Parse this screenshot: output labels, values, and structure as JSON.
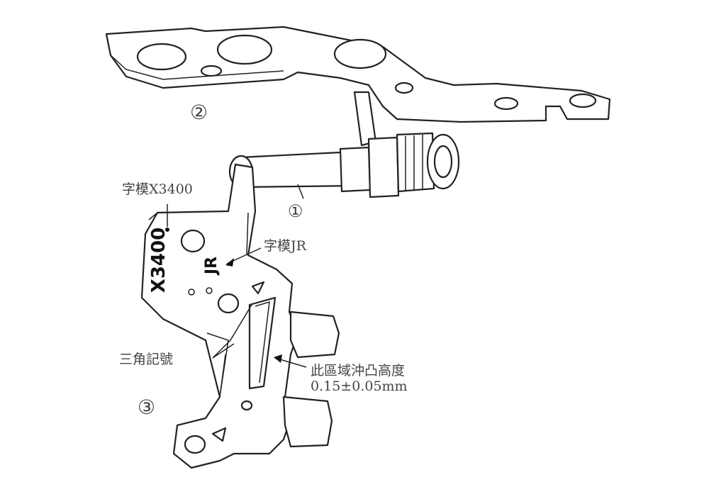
{
  "callouts": {
    "part1": "①",
    "part2": "②",
    "part3": "③",
    "mold_x3400": "字模X3400",
    "mold_jr": "字模JR",
    "triangle_mark": "三角記號",
    "emboss_area": "此區域沖凸高度",
    "emboss_height": "0.15±0.05mm"
  },
  "stamped_text": {
    "model": "X3400",
    "code": "JR"
  }
}
